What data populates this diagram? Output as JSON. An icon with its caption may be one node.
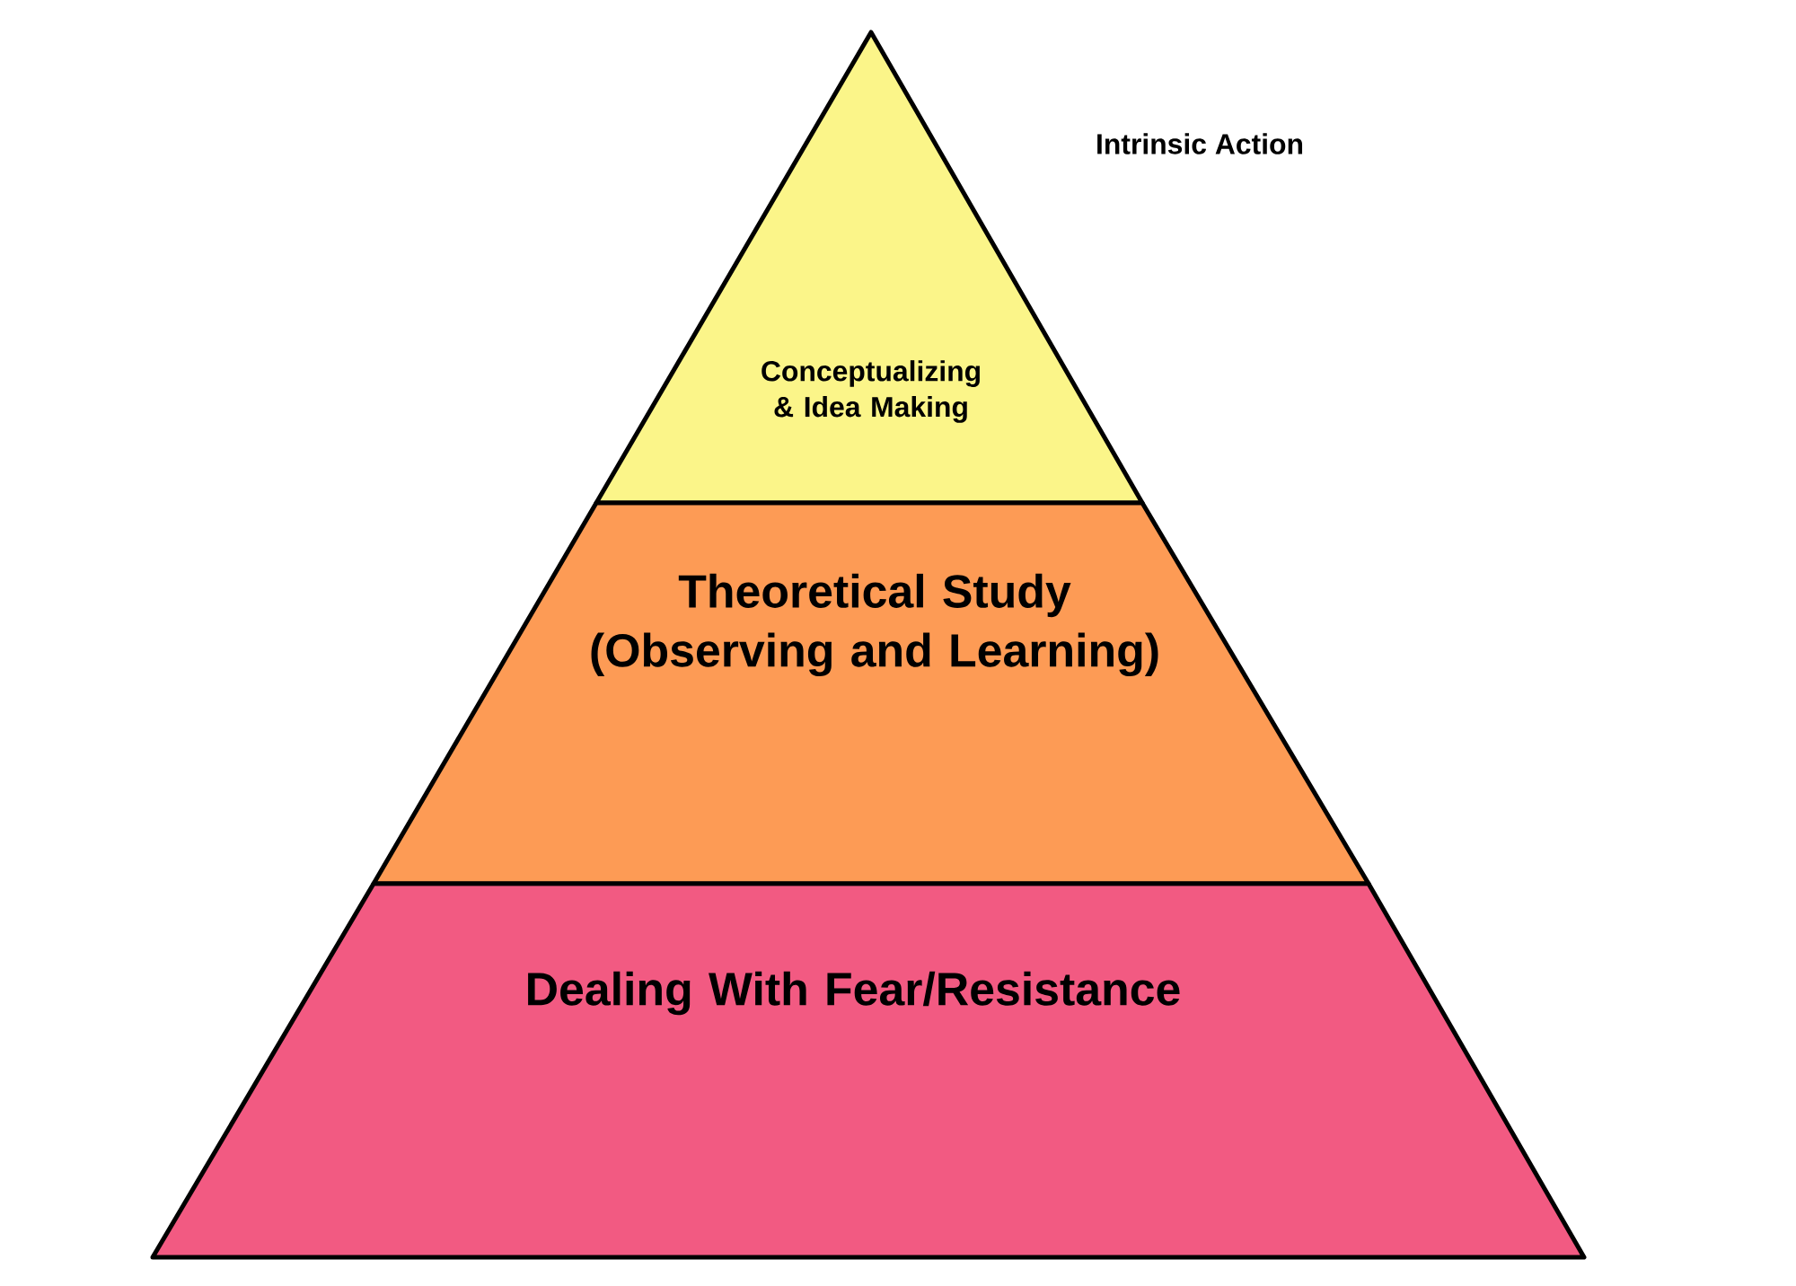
{
  "diagram": {
    "nodes": [
      {
        "text": [
          "Conceptualizing & Idea Making"
        ]
      },
      {
        "text": [
          "Theoretical Study (Observing and Learning)"
        ]
      },
      {
        "text": [
          "Dealing With Fear/Resistance"
        ]
      }
    ],
    "labels": [
      "Intrinsic Action"
    ]
  }
}
